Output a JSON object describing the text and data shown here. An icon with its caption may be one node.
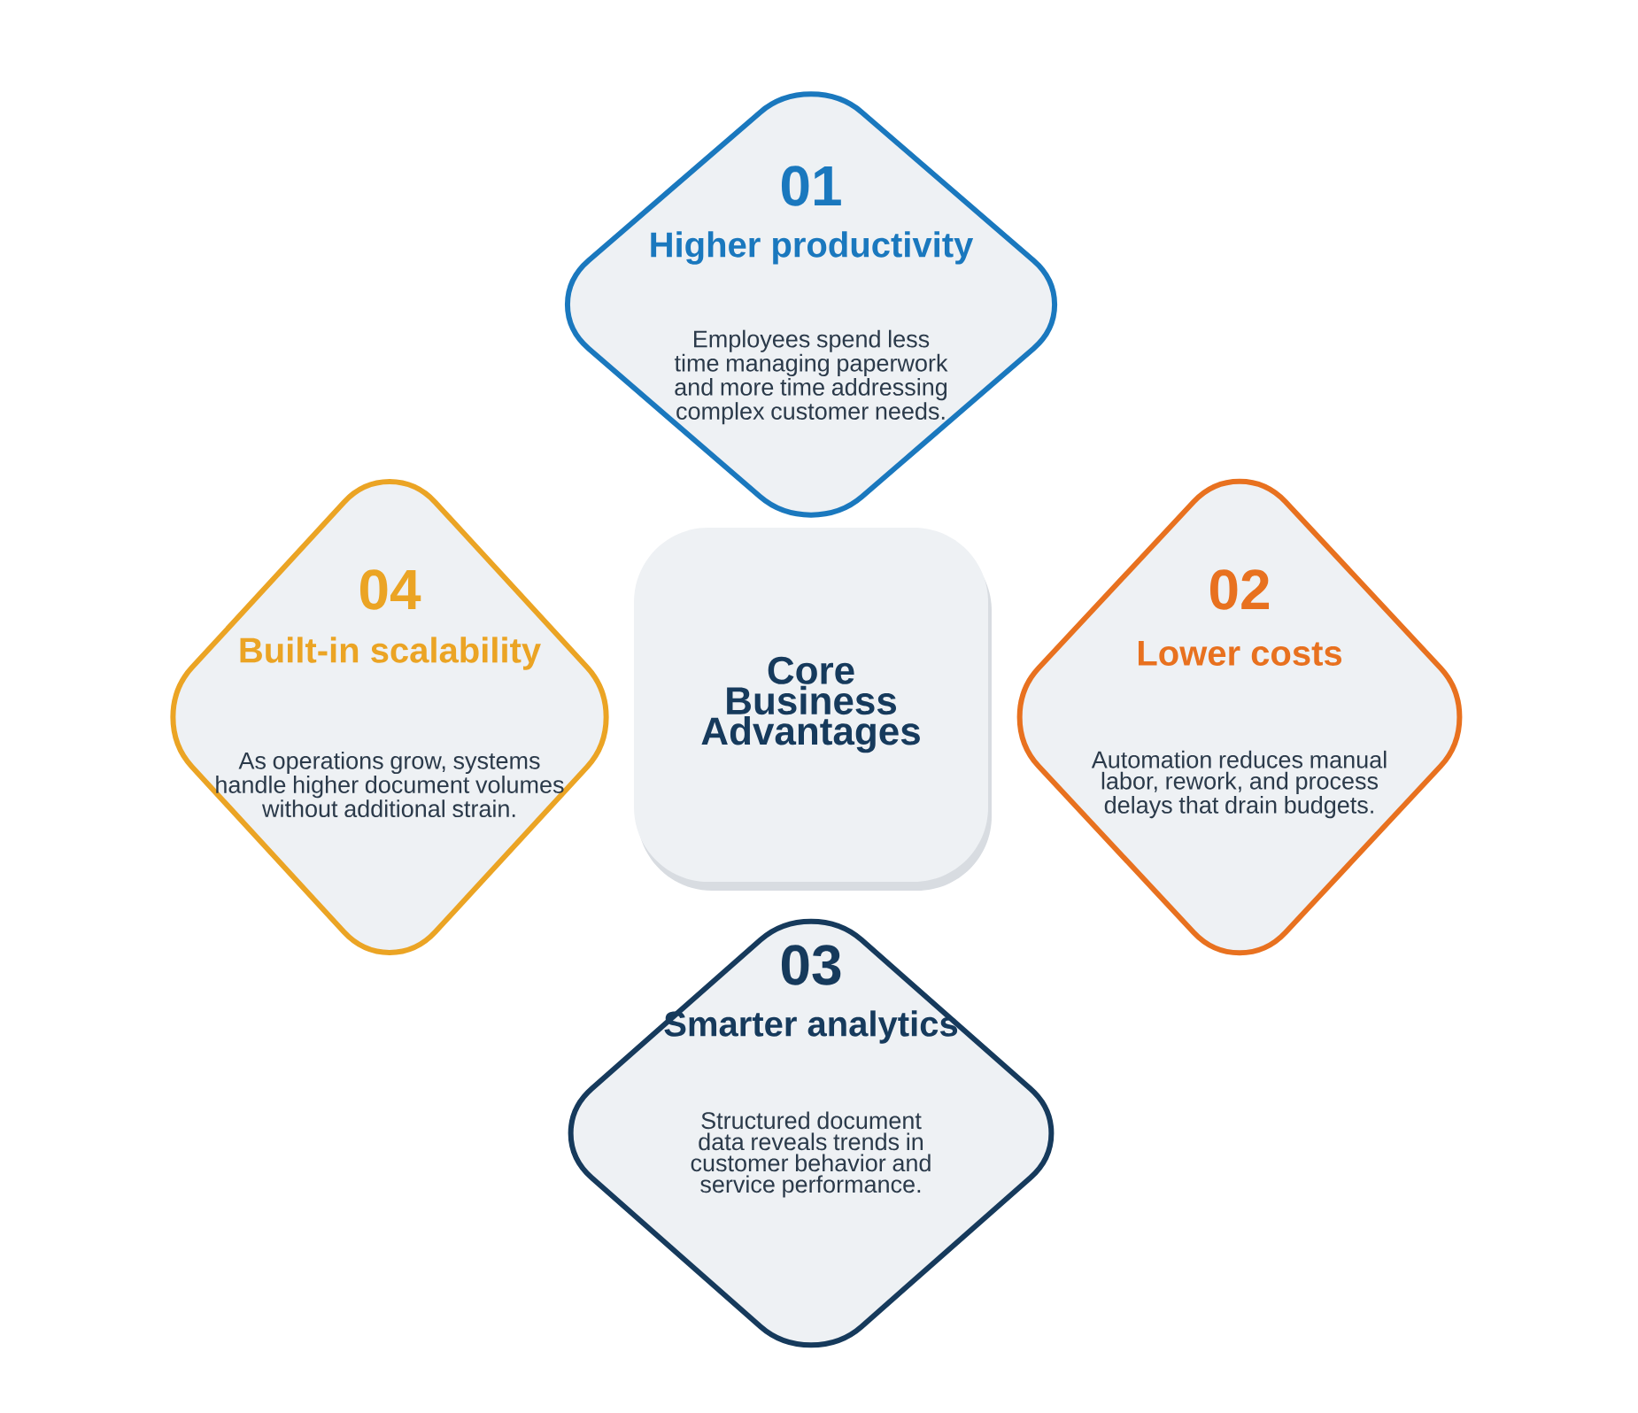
{
  "diagram": {
    "nodes": [
      {
        "text": [
          "Core Business Advantages"
        ]
      },
      {
        "text": [
          "01",
          "Higher productivity",
          "Employees spend less time managing paperwork and more time addressing complex customer needs."
        ]
      },
      {
        "text": [
          "02",
          "Lower costs",
          "Automation reduces manual labor, rework, and process delays that drain budgets."
        ]
      },
      {
        "text": [
          "03",
          "Smarter analytics",
          "Structured document data reveals trends in customer behavior and service performance."
        ]
      },
      {
        "text": [
          "04",
          "Built-in scalability",
          "As operations grow, systems handle higher document volumes without additional strain."
        ]
      }
    ]
  }
}
